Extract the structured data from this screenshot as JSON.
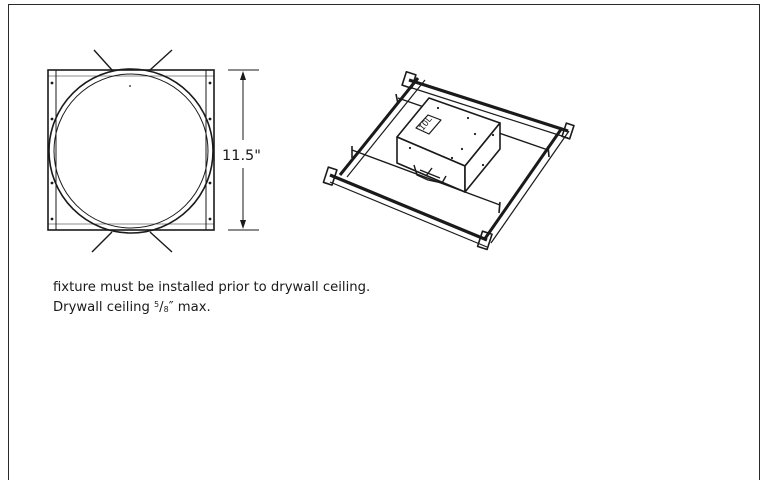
{
  "diagram": {
    "dimension_label": "11.5\"",
    "box_label": "IOL",
    "note": {
      "line1": "fixture must be installed prior to drywall ceiling.",
      "line2_prefix": "Drywall ceiling ",
      "fraction_num": "5",
      "fraction_sep": "/",
      "fraction_den": "8",
      "line2_suffix": "″ max."
    }
  },
  "colors": {
    "line": "#1a1a1a",
    "frame": "#2a2a2a",
    "background": "#ffffff"
  }
}
